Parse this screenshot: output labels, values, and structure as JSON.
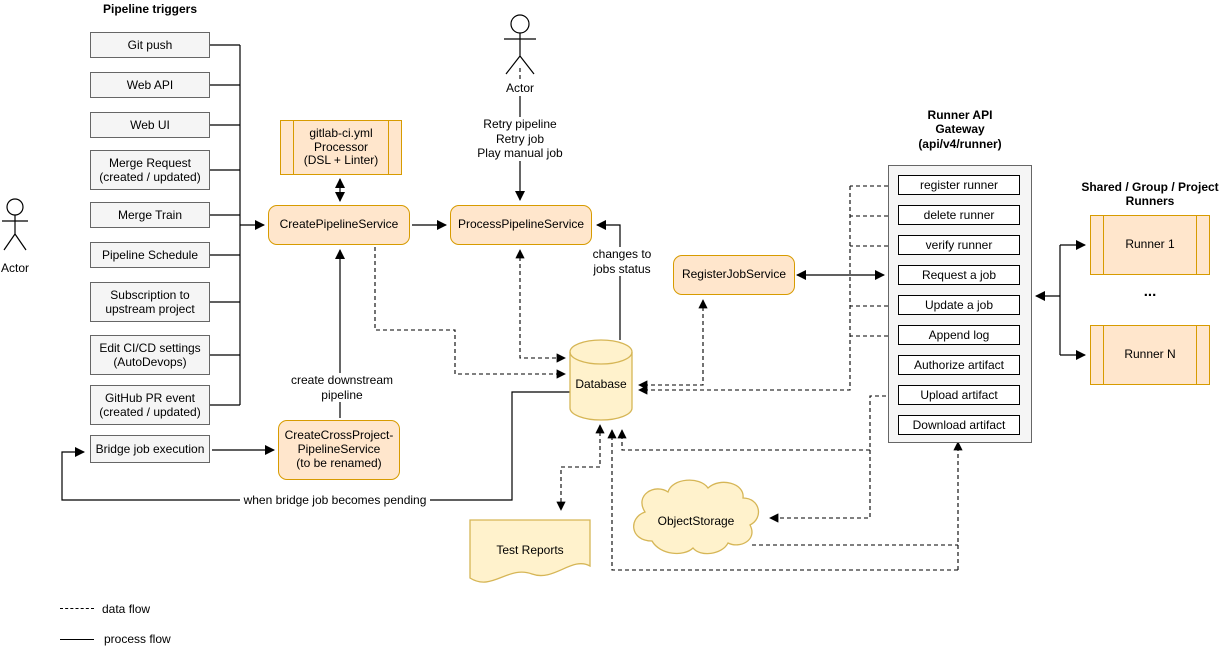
{
  "colors": {
    "orange_fill": "#FFE6CC",
    "orange_stroke": "#D79B00",
    "yellow_fill": "#FFF2CC",
    "yellow_stroke": "#D6B656",
    "gray_fill": "#F5F5F5",
    "gray_stroke": "#666666"
  },
  "triggers": {
    "title": "Pipeline triggers",
    "items": [
      "Git push",
      "Web API",
      "Web UI",
      "Merge Request\n(created / updated)",
      "Merge Train",
      "Pipeline Schedule",
      "Subscription to\nupstream project",
      "Edit CI/CD settings\n(AutoDevops)",
      "GitHub PR event\n(created / updated)"
    ],
    "bridge": "Bridge job execution"
  },
  "actors": {
    "left": "Actor",
    "top": "Actor"
  },
  "services": {
    "processor": "gitlab-ci.yml\nProcessor\n(DSL + Linter)",
    "create_pipeline": "CreatePipelineService",
    "process_pipeline": "ProcessPipelineService",
    "cross_project": "CreateCrossProject-\nPipelineService\n(to be renamed)",
    "register_job": "RegisterJobService"
  },
  "storage": {
    "database": "Database",
    "object_storage": "ObjectStorage",
    "test_reports": "Test Reports"
  },
  "gateway": {
    "title": "Runner API\nGateway\n(api/v4/runner)",
    "operations": [
      "register runner",
      "delete runner",
      "verify runner",
      "Request a job",
      "Update a job",
      "Append log",
      "Authorize artifact",
      "Upload artifact",
      "Download artifact"
    ]
  },
  "runners": {
    "title": "Shared / Group / Project\nRunners",
    "runner_first": "Runner 1",
    "ellipsis": "...",
    "runner_last": "Runner N"
  },
  "edge_labels": {
    "retry": "Retry pipeline\nRetry job\nPlay manual job",
    "changes": "changes to\njobs status",
    "downstream": "create downstream\npipeline",
    "pending": "when bridge job becomes pending"
  },
  "legend": {
    "data_flow": "data flow",
    "process_flow": "process flow"
  }
}
